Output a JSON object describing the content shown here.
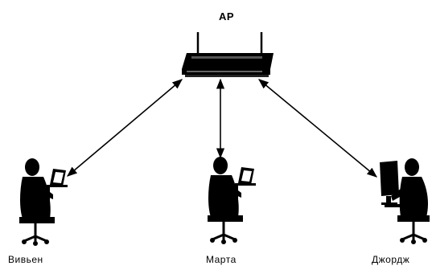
{
  "diagram": {
    "ap": {
      "label": "AP",
      "icon": "wireless-access-point-icon"
    },
    "clients": [
      {
        "label": "Вивьен",
        "icon": "user-with-laptop-icon"
      },
      {
        "label": "Марта",
        "icon": "user-with-laptop-icon"
      },
      {
        "label": "Джордж",
        "icon": "user-at-desktop-icon"
      }
    ],
    "links": [
      {
        "from": "ap",
        "to": "Вивьен",
        "type": "bidirectional"
      },
      {
        "from": "ap",
        "to": "Марта",
        "type": "bidirectional"
      },
      {
        "from": "ap",
        "to": "Джордж",
        "type": "bidirectional"
      }
    ]
  }
}
